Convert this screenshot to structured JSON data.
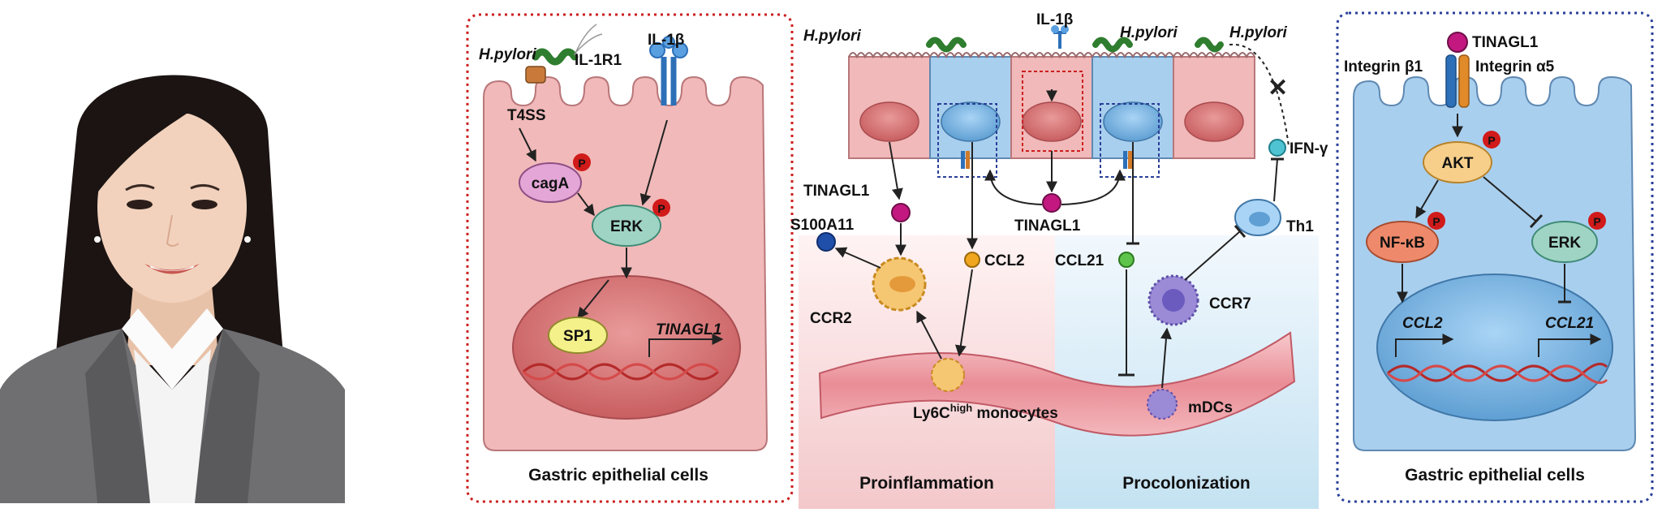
{
  "left_panel": {
    "pathogen": "H.pylori",
    "receptor": "IL-1R1",
    "cytokine": "IL-1β",
    "secretion_system": "T4SS",
    "node_caga": "cagA",
    "node_erk": "ERK",
    "node_sp1": "SP1",
    "gene": "TINAGL1",
    "phospho": "P",
    "caption": "Gastric epithelial cells"
  },
  "middle_panel": {
    "pathogen_a": "H.pylori",
    "cytokine": "IL-1β",
    "pathogen_b": "H.pylori",
    "pathogen_c": "H.pylori",
    "ifn": "IFN-γ",
    "tinagl1_left": "TINAGL1",
    "s100a11": "S100A11",
    "ccl2": "CCL2",
    "tinagl1_center": "TINAGL1",
    "ccl21": "CCL21",
    "th1": "Th1",
    "ccr2": "CCR2",
    "ccr7": "CCR7",
    "monocytes_prefix": "Ly6C",
    "monocytes_sup": "high",
    "monocytes_suffix": " monocytes",
    "mdcs": "mDCs",
    "zone_left": "Proinflammation",
    "zone_right": "Procolonization"
  },
  "right_panel": {
    "ligand": "TINAGL1",
    "integrin_b1": "Integrin β1",
    "integrin_a5": "Integrin α5",
    "node_akt": "AKT",
    "node_nfkb": "NF-κB",
    "node_erk": "ERK",
    "gene_ccl2": "CCL2",
    "gene_ccl21": "CCL21",
    "phospho": "P",
    "caption": "Gastric epithelial cells"
  },
  "colors": {
    "red_cell": "#f1b9b9",
    "blue_cell": "#a9cfee",
    "dotted_red": "#cc1f1f",
    "dotted_blue": "#2a3f99",
    "phospho_red": "#d11a1a"
  }
}
